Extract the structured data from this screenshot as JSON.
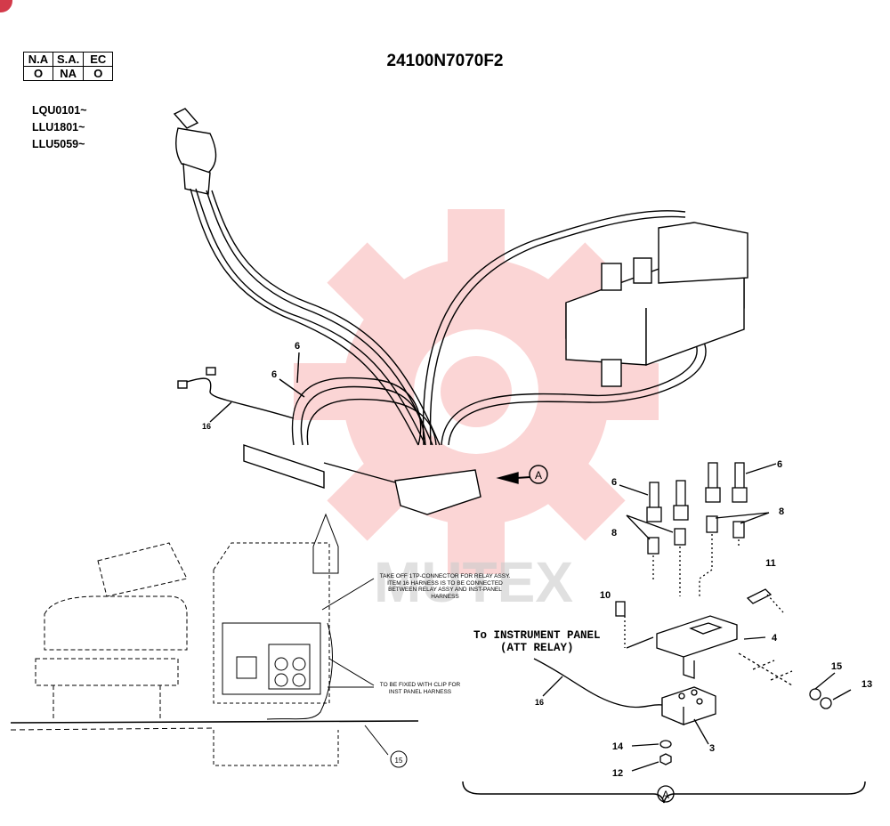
{
  "document": {
    "part_number": "24100N7070F2",
    "availability_table": {
      "headers": [
        "N.A",
        "S.A.",
        "EC"
      ],
      "values": [
        "O",
        "NA",
        "O"
      ]
    },
    "serial_ranges": [
      "LQU0101~",
      "LLU1801~",
      "LLU5059~"
    ]
  },
  "notes": {
    "relay_connector": "TAKE OFF 1TP-CONNECTOR FOR RELAY ASSY. ITEM 16 HARNESS IS TO BE CONNECTED BETWEEN RELAY ASSY AND INST-PANEL HARNESS",
    "clip_fixing": "TO BE FIXED WITH CLIP FOR INST PANEL HARNESS",
    "to_instrument_panel_line1": "To INSTRUMENT PANEL",
    "to_instrument_panel_line2": "(ATT RELAY)"
  },
  "callouts": {
    "hose_a": "6",
    "hose_b": "6",
    "harness_main": "16",
    "view_ref": "A",
    "detail_hose_left": "6",
    "detail_hose_right": "6",
    "fitting_left": "8",
    "fitting_right": "8",
    "bracket": "4",
    "bolt_10": "10",
    "bolt_11": "11",
    "relay": "3",
    "washer_15": "15",
    "nut_13": "13",
    "harness_detail": "16",
    "washer_14": "14",
    "nut_12": "12",
    "ref_15": "15",
    "detail_label": "A"
  },
  "watermark": {
    "text": "MUTEX",
    "color": "#f26b6b"
  },
  "colors": {
    "ink": "#000000",
    "badge": "#d33a4a"
  }
}
